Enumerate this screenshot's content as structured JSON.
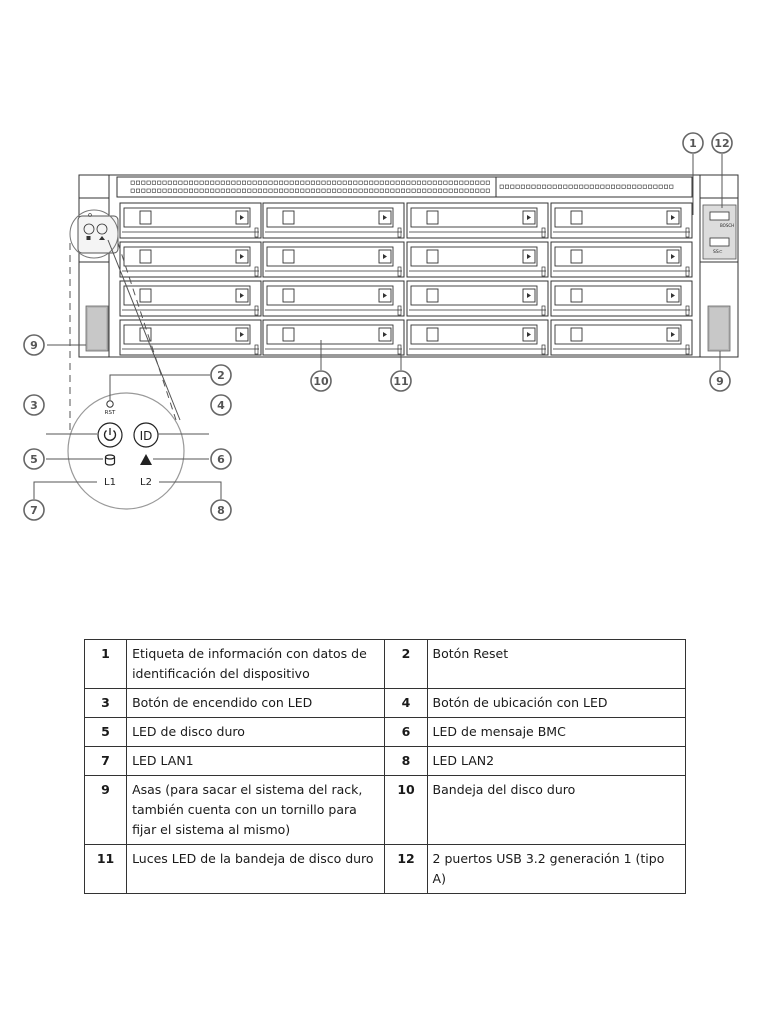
{
  "front_panel": {
    "rst_label": "RST",
    "id_label": "ID",
    "lan1_label": "L1",
    "lan2_label": "L2",
    "brand_text": "BOSCH",
    "usb_label": "SS⊂"
  },
  "callouts": [
    "1",
    "2",
    "3",
    "4",
    "5",
    "6",
    "7",
    "8",
    "9",
    "9",
    "10",
    "11",
    "12"
  ],
  "legend": [
    {
      "n1": "1",
      "t1": "Etiqueta de información con datos de identificación del dispositivo",
      "n2": "2",
      "t2": "Botón Reset"
    },
    {
      "n1": "3",
      "t1": "Botón de encendido con LED",
      "n2": "4",
      "t2": "Botón de ubicación con LED"
    },
    {
      "n1": "5",
      "t1": "LED de disco duro",
      "n2": "6",
      "t2": "LED de mensaje BMC"
    },
    {
      "n1": "7",
      "t1": "LED LAN1",
      "n2": "8",
      "t2": "LED LAN2"
    },
    {
      "n1": "9",
      "t1": "Asas (para sacar el sistema del rack, también cuenta con un tornillo para fijar el sistema al mismo)",
      "n2": "10",
      "t2": "Bandeja del disco duro"
    },
    {
      "n1": "11",
      "t1": "Luces LED de la bandeja de disco duro",
      "n2": "12",
      "t2": "2 puertos USB 3.2 generación 1 (tipo A)"
    }
  ]
}
